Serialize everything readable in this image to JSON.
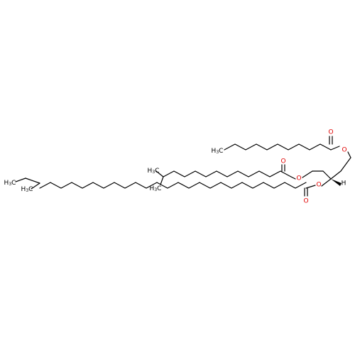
{
  "molecule": {
    "atoms": {
      "oxygen": "O",
      "hydrogen": "H",
      "methyl_c": "C",
      "methyl_h": "H",
      "methyl_sub": "3"
    },
    "colors": {
      "bond": "#000000",
      "oxygen": "#e00000",
      "background": "#ffffff"
    }
  }
}
